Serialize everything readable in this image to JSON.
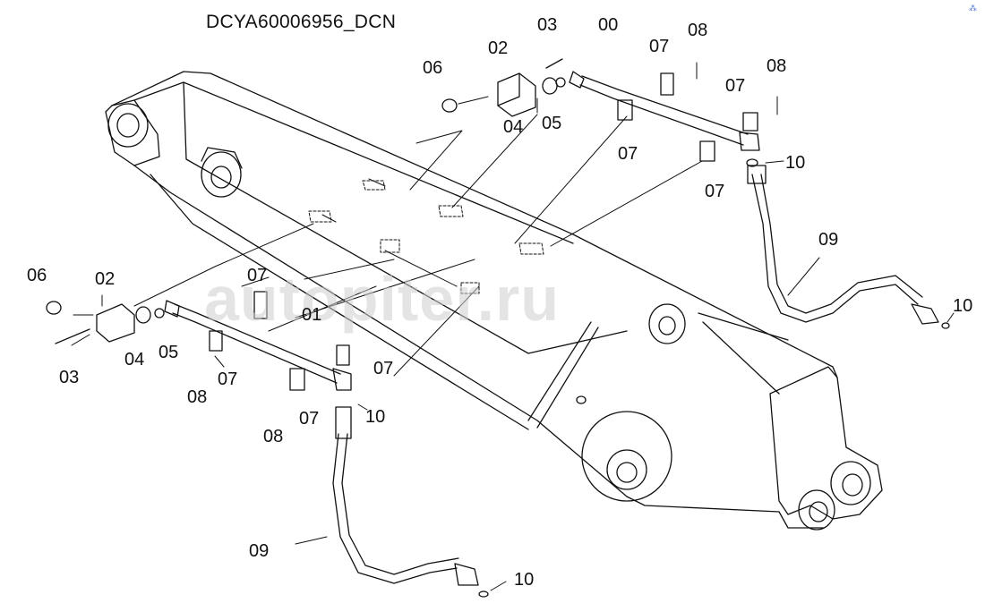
{
  "drawing_id": "DCYA60006956_DCN",
  "watermark": "autopiter.ru",
  "callouts": {
    "a06": "06",
    "a02": "02",
    "a03": "03",
    "a00": "00",
    "a07a": "07",
    "a08a": "08",
    "a08b": "08",
    "a07b": "07",
    "a04": "04",
    "a05": "05",
    "a07c": "07",
    "a10a": "10",
    "a07d": "07",
    "a09": "09",
    "a10b": "10",
    "b06": "06",
    "b02": "02",
    "b07a": "07",
    "b01": "01",
    "b04": "04",
    "b05": "05",
    "b03": "03",
    "b07b": "07",
    "b08a": "08",
    "b07c": "07",
    "b07d": "07",
    "b10a": "10",
    "b08b": "08",
    "b09": "09",
    "b10b": "10"
  }
}
